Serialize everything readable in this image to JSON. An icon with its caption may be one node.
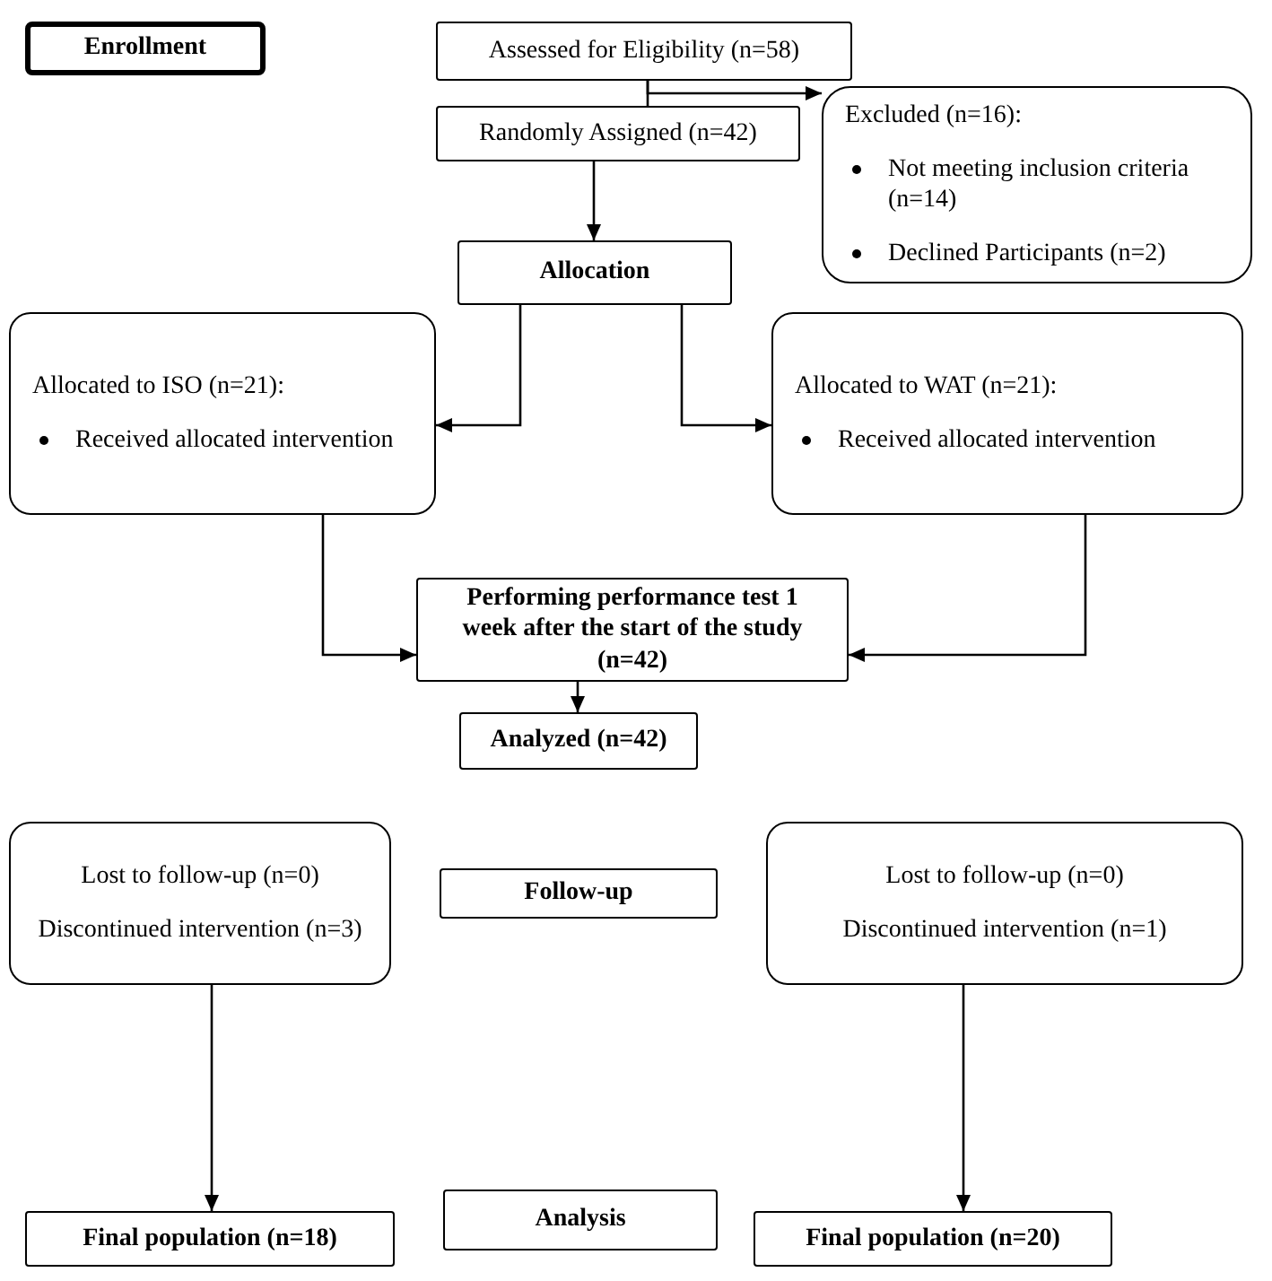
{
  "diagram": {
    "nodes": [
      {
        "text": [
          "Enrollment"
        ]
      },
      {
        "text": [
          "Assessed for Eligibility (n=58)"
        ]
      },
      {
        "text": [
          "Excluded (n=16):",
          "Not meeting inclusion criteria (n=14)",
          "Declined Participants (n=2)"
        ]
      },
      {
        "text": [
          "Randomly Assigned (n=42)"
        ]
      },
      {
        "text": [
          "Allocation"
        ]
      },
      {
        "text": [
          "Allocated to ISO (n=21):",
          "Received allocated intervention"
        ]
      },
      {
        "text": [
          "Allocated to WAT (n=21):",
          "Received allocated intervention"
        ]
      },
      {
        "text": [
          "Performing performance test 1 week after the start of the study (n=42)"
        ]
      },
      {
        "text": [
          "Analyzed (n=42)"
        ]
      },
      {
        "text": [
          "Lost to follow-up (n=0)",
          "Discontinued intervention (n=3)"
        ]
      },
      {
        "text": [
          "Follow-up"
        ]
      },
      {
        "text": [
          "Lost to follow-up (n=0)",
          "Discontinued intervention (n=1)"
        ]
      },
      {
        "text": [
          "Final population (n=18)"
        ]
      },
      {
        "text": [
          "Analysis"
        ]
      },
      {
        "text": [
          "Final population (n=20)"
        ]
      }
    ],
    "edges": [
      {
        "from": 1,
        "to": 2,
        "arrow": "to"
      },
      {
        "from": 1,
        "to": 3,
        "arrow": "none"
      },
      {
        "from": 3,
        "to": 4,
        "arrow": "to"
      },
      {
        "from": 4,
        "to": 5,
        "arrow": "to"
      },
      {
        "from": 4,
        "to": 6,
        "arrow": "to"
      },
      {
        "from": 5,
        "to": 7,
        "arrow": "to"
      },
      {
        "from": 6,
        "to": 7,
        "arrow": "to"
      },
      {
        "from": 7,
        "to": 8,
        "arrow": "to"
      },
      {
        "from": 9,
        "to": 12,
        "arrow": "to"
      },
      {
        "from": 11,
        "to": 14,
        "arrow": "to"
      }
    ]
  }
}
